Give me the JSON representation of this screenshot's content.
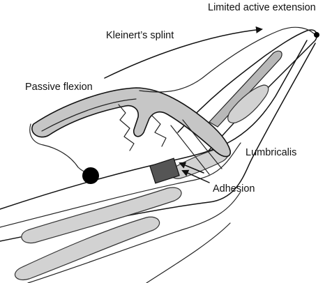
{
  "labels": {
    "limited_active_extension": "Limited active extension",
    "kleinerts_splint": "Kleinert’s splint",
    "passive_flexion": "Passive flexion",
    "lumbricalis": "Lumbricalis",
    "adhesion": "Adhesion"
  },
  "colors": {
    "outline": "#111111",
    "splint_fill": "#c6c6c6",
    "bone_fill": "#d2d2d2",
    "adhesion_fill": "#555555",
    "weight_fill": "#000000"
  }
}
